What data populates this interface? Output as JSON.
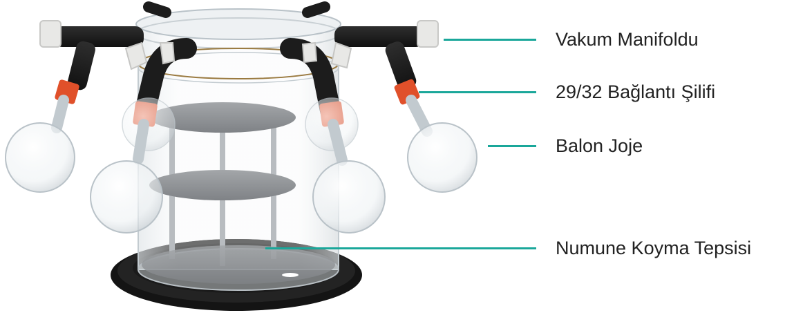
{
  "colors": {
    "leader": "#1aa79a",
    "label": "#222222",
    "rubber": "#1c1c1c",
    "joint": "#e0502a",
    "valve": "#e8e8e6",
    "glass_edge": "#b9c2c8",
    "tray": "#8f9296"
  },
  "labels": {
    "vacuum_manifold": "Vakum Manifoldu",
    "joint": "29/32 Bağlantı Şilifi",
    "flask": "Balon Joje",
    "tray": "Numune Koyma Tepsisi"
  }
}
